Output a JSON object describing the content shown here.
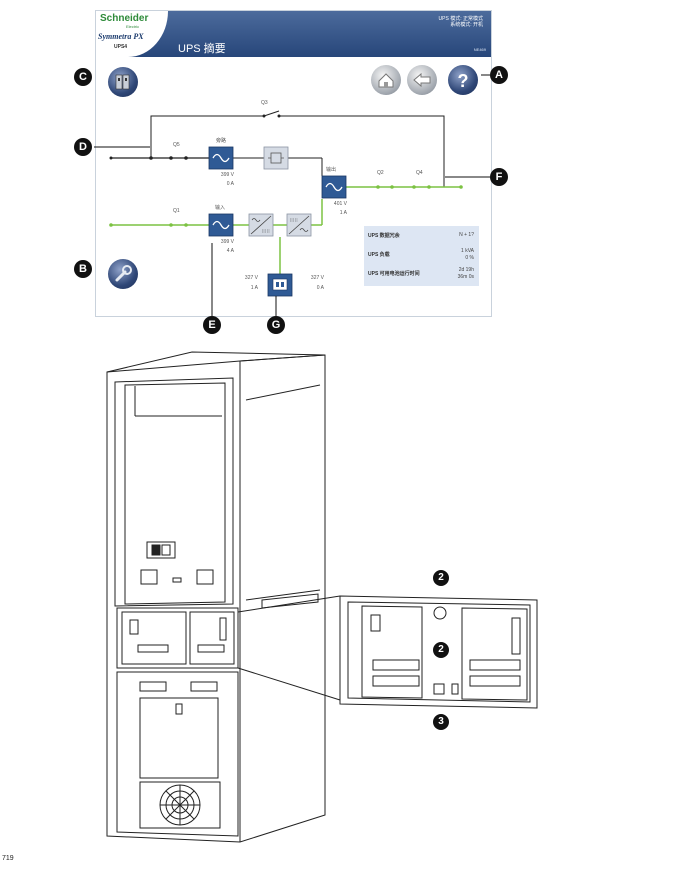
{
  "screen": {
    "brand": "Schneider",
    "brand_sub": "Electric",
    "product": "Symmetra PX",
    "model": "UPS4",
    "title": "UPS 摘要",
    "mode_line1": "UPS 模式: 正常模式",
    "mode_line2": "系统模式: 开机",
    "page_id": "NE469",
    "buttons": {
      "home": "home-icon",
      "back": "back-arrow-icon",
      "help": "help-icon",
      "cabinet": "cabinet-icon",
      "tools": "wrench-icon"
    }
  },
  "diagram": {
    "switches": {
      "q3": "Q3",
      "q5": "Q5",
      "q1": "Q1",
      "q2": "Q2",
      "q4": "Q4"
    },
    "bypass": {
      "label": "旁路",
      "voltage": "399 V",
      "current": "0 A"
    },
    "input": {
      "label": "输入",
      "voltage": "399 V",
      "current": "4 A"
    },
    "output": {
      "label": "输出",
      "voltage": "401 V",
      "current": "1 A"
    },
    "battery_left": {
      "voltage": "327 V",
      "current": "1 A"
    },
    "battery_right": {
      "voltage": "327 V",
      "current": "0 A"
    },
    "colors": {
      "active": "#7cc242",
      "inactive": "#222222",
      "block": "#2f5a95"
    }
  },
  "info_panel": {
    "rows": [
      {
        "label": "UPS 数据冗余",
        "value": "N + 1?"
      },
      {
        "label": "UPS 负载",
        "value_line1": "1 kVA",
        "value_line2": "0 %"
      },
      {
        "label": "UPS 可用电池运行时间",
        "value_line1": "2d 19h",
        "value_line2": "36m 0s"
      }
    ]
  },
  "screen_callouts": {
    "a": "A",
    "b": "B",
    "c": "C",
    "d": "D",
    "e": "E",
    "f": "F",
    "g": "G"
  },
  "cabinet_callouts": {
    "one": "2",
    "two": "2",
    "three": "3"
  },
  "page_number": "719"
}
